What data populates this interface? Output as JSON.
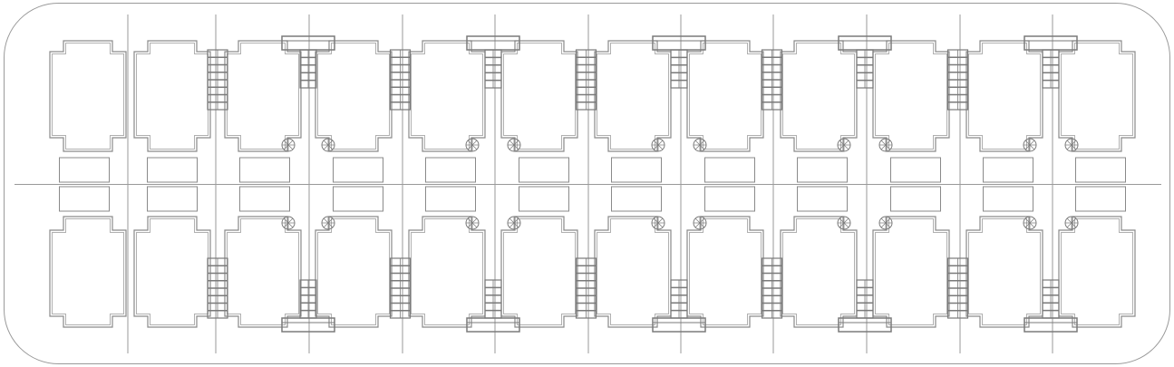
{
  "plan": {
    "rows": 2,
    "units_per_row": 12,
    "parking_spaces_per_row": 12,
    "colors": {
      "wall": "#8a8a8a",
      "wall_inner": "#b0b0b0",
      "grid": "#999999",
      "border": "#9a9a9a",
      "stair": "#7a7a7a"
    }
  }
}
